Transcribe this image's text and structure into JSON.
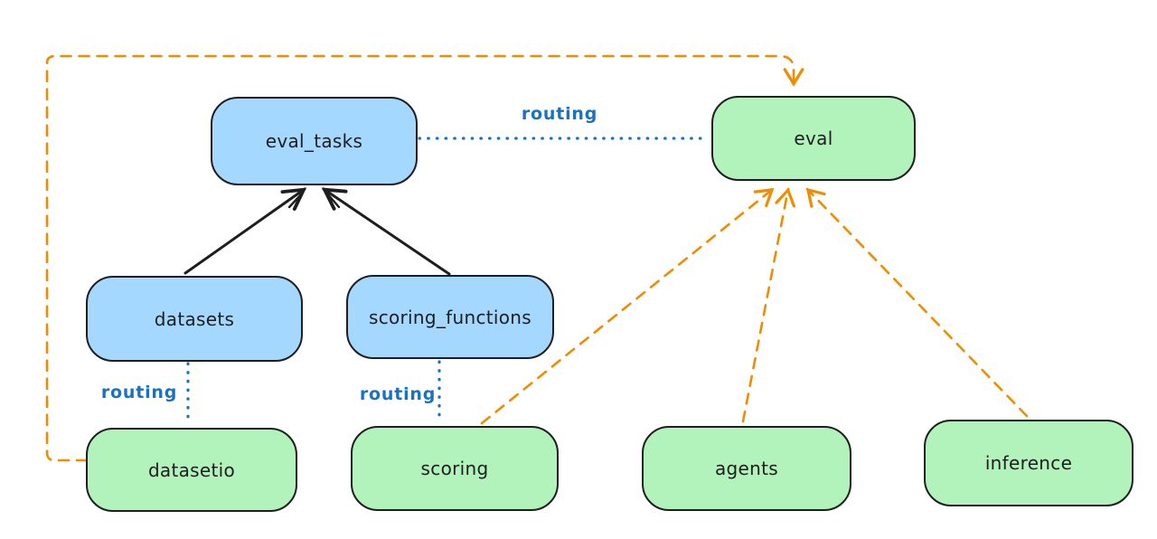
{
  "diagram": {
    "kind": "architecture-diagram",
    "background": "#ffffff",
    "colors": {
      "api_node_fill": "#a5d8ff",
      "provider_node_fill": "#b2f2bb",
      "node_stroke": "#1e1e1e",
      "solid_arrow": "#1e1e1e",
      "routing_line": "#1971c2",
      "provider_dashed_arrow": "#f08c00"
    },
    "nodes": {
      "eval_tasks": {
        "label": "eval_tasks",
        "kind": "blue"
      },
      "eval": {
        "label": "eval",
        "kind": "green"
      },
      "datasets": {
        "label": "datasets",
        "kind": "blue"
      },
      "scoring_functions": {
        "label": "scoring_functions",
        "kind": "blue"
      },
      "datasetio": {
        "label": "datasetio",
        "kind": "green"
      },
      "scoring": {
        "label": "scoring",
        "kind": "green"
      },
      "agents": {
        "label": "agents",
        "kind": "green"
      },
      "inference": {
        "label": "inference",
        "kind": "green"
      }
    },
    "edges": {
      "datasets_to_eval_tasks": {
        "from": "datasets",
        "to": "eval_tasks",
        "style": "solid-black-arrow"
      },
      "scoring_functions_to_eval_tasks": {
        "from": "scoring_functions",
        "to": "eval_tasks",
        "style": "solid-black-arrow"
      },
      "eval_tasks_to_eval": {
        "from": "eval_tasks",
        "to": "eval",
        "style": "dotted-blue",
        "label": "routing"
      },
      "datasets_to_datasetio": {
        "from": "datasets",
        "to": "datasetio",
        "style": "dotted-blue",
        "label": "routing"
      },
      "scoring_functions_to_scoring": {
        "from": "scoring_functions",
        "to": "scoring",
        "style": "dotted-blue",
        "label": "routing"
      },
      "datasetio_to_eval": {
        "from": "datasetio",
        "to": "eval",
        "style": "dashed-orange-arrow",
        "route": "left-top-loop"
      },
      "scoring_to_eval": {
        "from": "scoring",
        "to": "eval",
        "style": "dashed-orange-arrow"
      },
      "agents_to_eval": {
        "from": "agents",
        "to": "eval",
        "style": "dashed-orange-arrow"
      },
      "inference_to_eval": {
        "from": "inference",
        "to": "eval",
        "style": "dashed-orange-arrow"
      }
    }
  }
}
